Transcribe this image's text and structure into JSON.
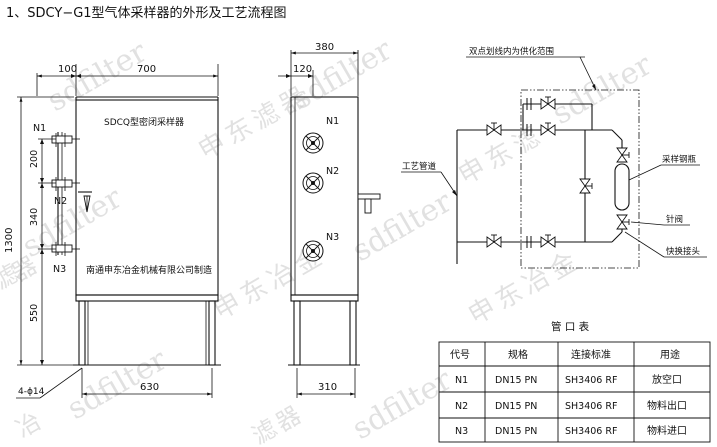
{
  "title": "1、SDCY−G1型气体采样器的外形及工艺流程图",
  "watermark": {
    "brand": "sdfilter",
    "company": [
      "申",
      "东",
      "滤",
      "器",
      "冶",
      "金"
    ]
  },
  "front_view": {
    "name": "SDCQ型密闭采样器",
    "maker": "南通申东冶金机械有限公司制造",
    "dims": {
      "top_left": "100",
      "top_width": "700",
      "height": "1300",
      "d200": "200",
      "d340": "340",
      "d550": "550",
      "bottom": "630",
      "holes": "4-ϕ14"
    },
    "ports": [
      "N1",
      "N2",
      "N3"
    ]
  },
  "side_view": {
    "dims": {
      "width": "380",
      "offset": "120",
      "bottom": "310"
    },
    "ports": [
      "N1",
      "N2",
      "N3"
    ]
  },
  "flow": {
    "scope_label": "双点划线内为供化范围",
    "process_pipe": "工艺管道",
    "bottle": "采样钢瓶",
    "needle_valve": "针阀",
    "quick_joint": "快换接头"
  },
  "table": {
    "caption": "管 口 表",
    "headers": [
      "代号",
      "规格",
      "连接标准",
      "用途"
    ],
    "rows": [
      [
        "N1",
        "DN15 PN",
        "SH3406 RF",
        "放空口"
      ],
      [
        "N2",
        "DN15 PN",
        "SH3406 RF",
        "物料出口"
      ],
      [
        "N3",
        "DN15 PN",
        "SH3406 RF",
        "物料进口"
      ]
    ]
  }
}
